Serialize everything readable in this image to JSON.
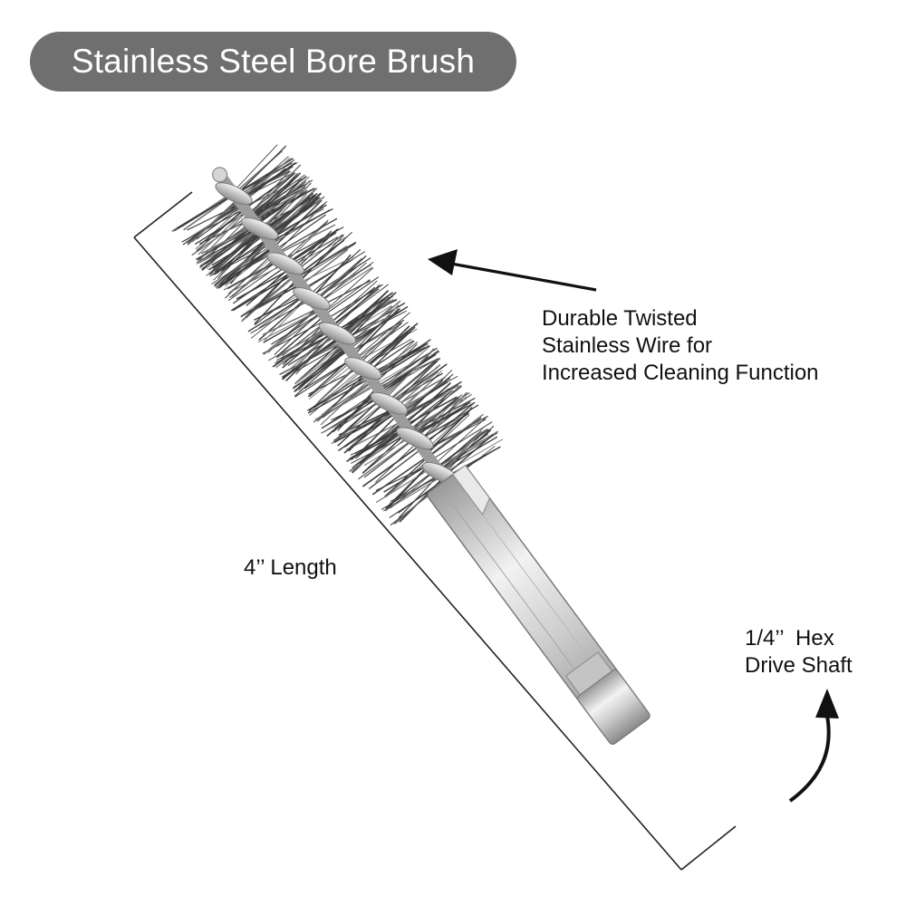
{
  "title": "Stainless Steel Bore Brush",
  "callouts": {
    "wire_line1": "Durable Twisted",
    "wire_line2": "Stainless Wire for",
    "wire_line3": "Increased Cleaning Function",
    "hex_line1": "1/4’’  Hex",
    "hex_line2": "Drive Shaft",
    "length": "4’’ Length"
  },
  "colors": {
    "pill": "#6f6f6f",
    "bristle": "#4a4a4a",
    "shaft": "#d8d8d8",
    "arrow": "#111111"
  },
  "icons": {
    "wire_arrow": "arrow-left-icon",
    "hex_arrow": "curved-arrow-up-icon"
  }
}
